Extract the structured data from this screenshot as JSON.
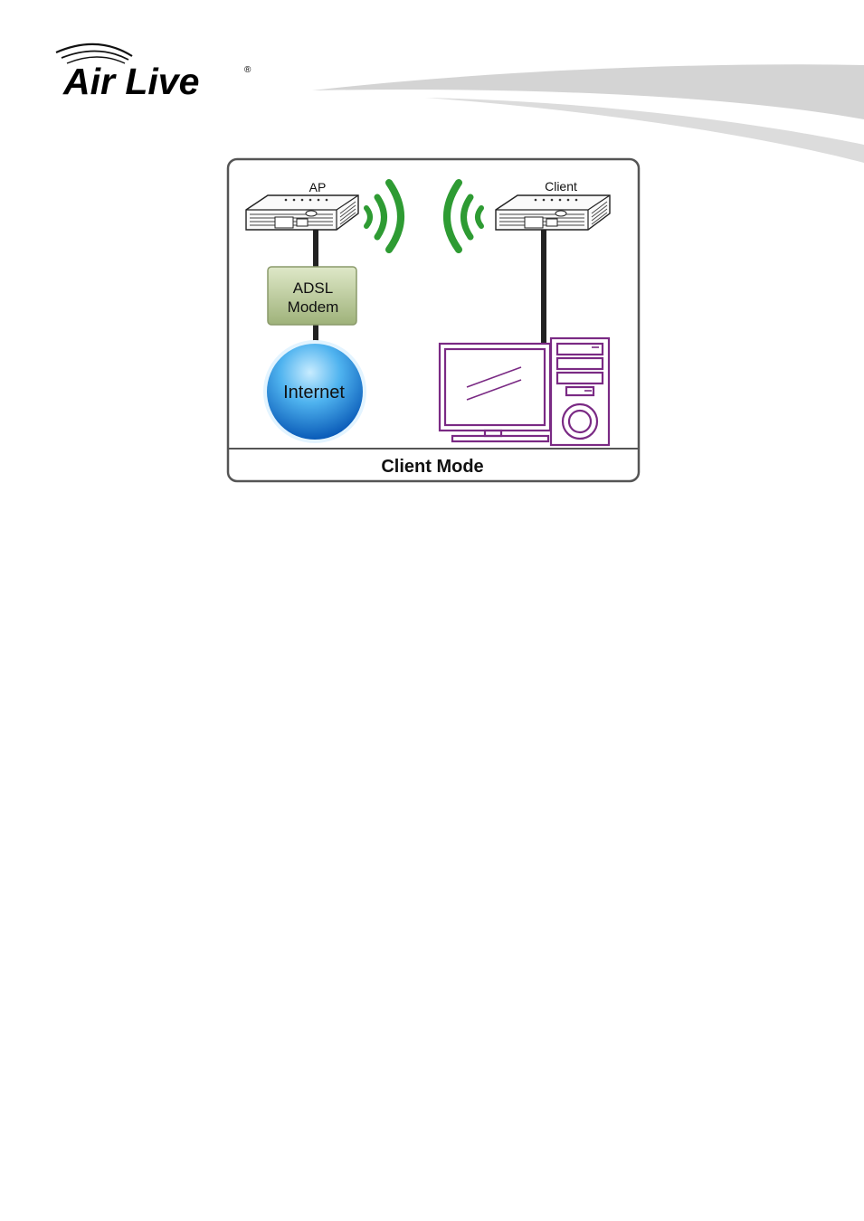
{
  "header": {
    "brand": "Air Live",
    "registered_mark": "®"
  },
  "diagram": {
    "caption": "Client Mode",
    "nodes": {
      "ap_label": "AP",
      "client_label": "Client",
      "modem_line1": "ADSL",
      "modem_line2": "Modem",
      "internet_label": "Internet"
    },
    "colors": {
      "signal_green": "#2e9b33",
      "modem_fill": "#b8c79a",
      "internet_blue": "#1f7fd6",
      "computer_purple": "#7a2a84",
      "frame_gray": "#555555"
    }
  }
}
